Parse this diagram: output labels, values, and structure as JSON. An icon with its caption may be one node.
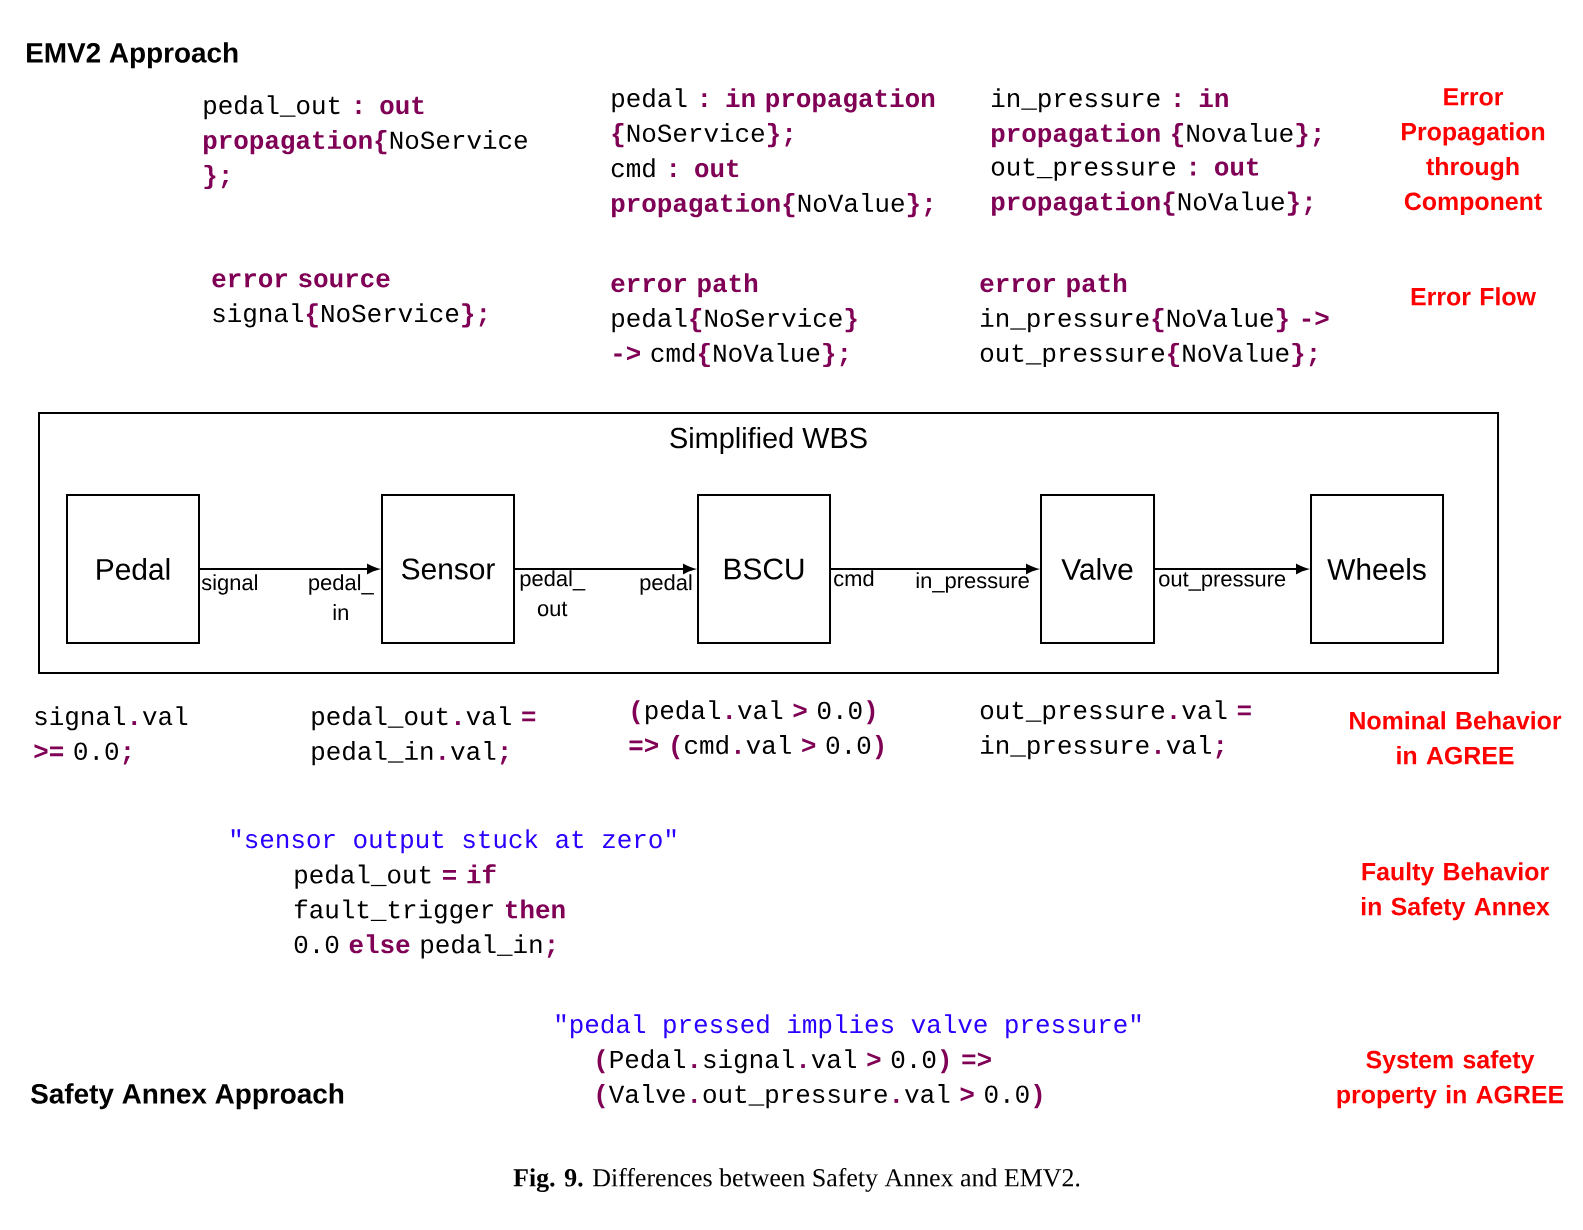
{
  "diagram": {
    "caption": "**Fig. 9.** Differences between Safety Annex and EMV2.",
    "nodes": [
      {
        "text": [
          "Simplified WBS"
        ]
      },
      {
        "text": [
          "Pedal"
        ],
        "in": 0,
        "beside": [
          "signal"
        ]
      },
      {
        "text": [
          "Sensor"
        ],
        "in": 0,
        "beside": [
          "pedal_ in",
          "pedal_ out"
        ]
      },
      {
        "text": [
          "BSCU"
        ],
        "in": 0,
        "beside": [
          "pedal",
          "cmd"
        ]
      },
      {
        "text": [
          "Valve"
        ],
        "in": 0,
        "beside": [
          "in_pressure",
          "out_pressure"
        ]
      },
      {
        "text": [
          "Wheels"
        ],
        "in": 0
      }
    ],
    "edges": [
      {
        "from": 1,
        "to": 2,
        "arrow": "to"
      },
      {
        "from": 2,
        "to": 3,
        "arrow": "to"
      },
      {
        "from": 3,
        "to": 4,
        "arrow": "to"
      },
      {
        "from": 4,
        "to": 5,
        "arrow": "to"
      }
    ],
    "labels": [
      "EMV2 Approach",
      "pedal_out **: out propagation{**NoService **};**",
      "pedal **: in propagation {**NoService**};**",
      "cmd **: out propagation{**NoValue**};**",
      "in_pressure **: in propagation {**Novalue**};**",
      "out_pressure **: out propagation{**NoValue**};**",
      "Error Propagation through Component",
      "**error source** signal**{**NoService**};**",
      "**error path** pedal**{**NoService**} ->** cmd**{**NoValue**};**",
      "**error path** in_pressure**{**NoValue**} ->** out_pressure**{**NoValue**};**",
      "Error Flow",
      "signal**.**val **>=** 0.0**;**",
      "pedal_out**.**val **=** pedal_in**.**val**;**",
      "**(**pedal**.**val **>** 0.0**) => (**cmd**.**val **>** 0.0**)**",
      "out_pressure**.**val **=** in_pressure**.**val**;**",
      "Nominal Behavior in AGREE",
      "\"sensor output stuck at zero\"",
      "pedal_out **= if** fault_trigger **then** 0.0 **else** pedal_in**;**",
      "Faulty Behavior in Safety Annex",
      "\"pedal pressed implies valve pressure\"",
      "**(**Pedal**.**signal**.**val **>** 0.0**) => (**Valve**.**out_pressure**.**val **>** 0.0**)**",
      "Safety Annex Approach",
      "System safety property in AGREE"
    ]
  }
}
